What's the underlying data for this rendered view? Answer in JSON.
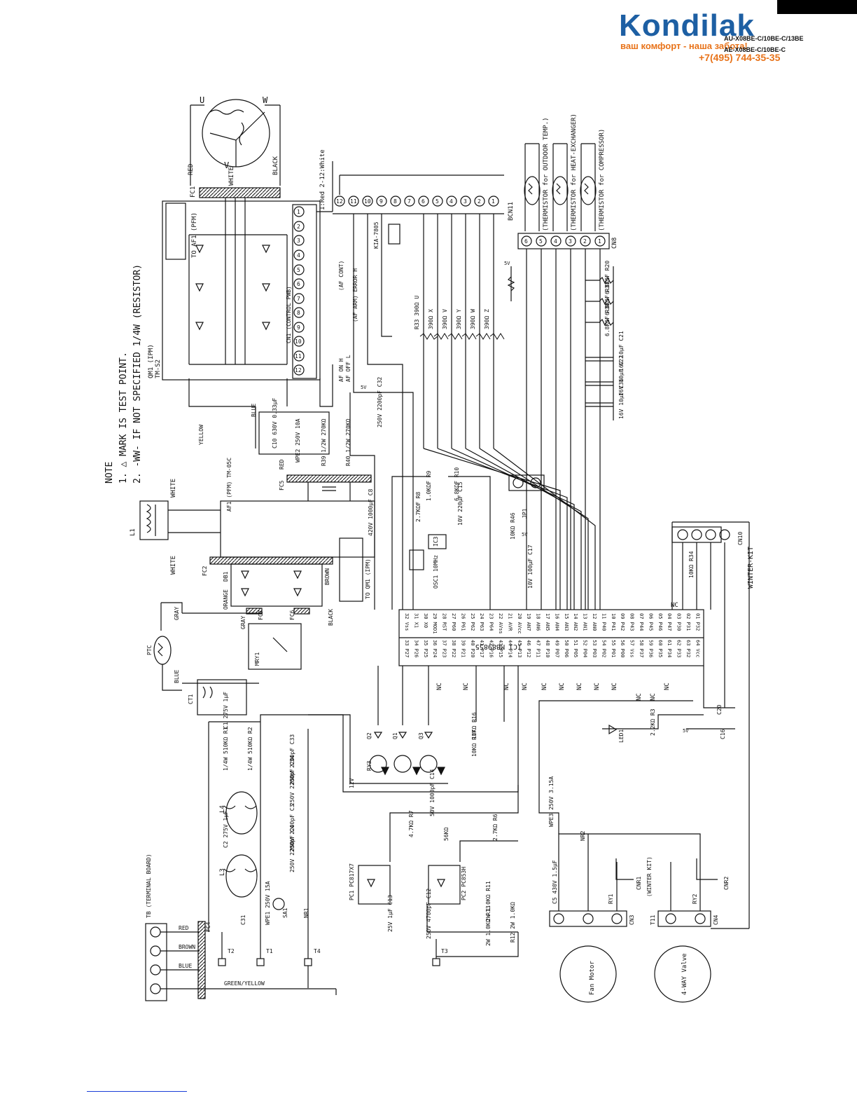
{
  "header": {
    "brand": "Kondilak",
    "slogan": "ваш комфорт - наша забота!",
    "phone": "+7(495) 744-35-35",
    "model_1": "AU-X08BE-C/10BE-C/13BE",
    "model_2": "AE-X08BE-C/10BE-C"
  },
  "notes": {
    "title": "NOTE",
    "line1": "1.  △ MARK IS TEST POINT.",
    "line2": "2.  -WW- IF NOT SPECIFIED 1/4W  (RESISTOR)"
  },
  "motor": {
    "u": "U",
    "v": "V",
    "w": "W",
    "red": "RED",
    "white": "WHITE",
    "black": "BLACK",
    "fc1": "FC1"
  },
  "ipm": {
    "title": "QM1 (IPM)",
    "part": "TM-S2",
    "to_af1": "TO AF1 (PFM)",
    "cn1": "CN1 (CONTROL PWB)",
    "pins": [
      "1",
      "2",
      "3",
      "4",
      "5",
      "6",
      "7",
      "8",
      "9",
      "10",
      "11",
      "12"
    ]
  },
  "connector": {
    "label": "1:Red 2-12:White",
    "bcn": "BCN11",
    "pins": [
      "12",
      "11",
      "10",
      "9",
      "8",
      "7",
      "6",
      "5",
      "4",
      "3",
      "2",
      "1"
    ]
  },
  "thermistors": {
    "th3": "(THERMISTOR for OUTDOOR TEMP.)",
    "th2": "(THERMISTOR for HEAT-EXCHANGER)",
    "th1": "(THERMISTOR for COMPRESSOR)",
    "cn8": "CN8",
    "pins": [
      "6",
      "5",
      "4",
      "3",
      "2",
      "1"
    ]
  },
  "mid_labels": {
    "af_cont": "(AF CONT)",
    "af_arm": "(AF ARM) ERROR H",
    "kia": "KIA-7805",
    "r33": "R33 390Ω U",
    "r34": "390Ω X",
    "r_v": "390Ω V",
    "r_y": "390Ω Y",
    "r_w": "390Ω W",
    "r_z": "390Ω Z",
    "r20": "6.8KΩF R20",
    "r31": "6.8KΩF R31",
    "r38": "6.8KΩF R38",
    "c21": "16V 10μF C21",
    "c22": "16V 10μF C22",
    "c36": "16V 10μF C36",
    "af_on": "AF ON H",
    "af_off": "AF OFF L"
  },
  "ic1": {
    "label": "IC1 MB89855",
    "left_pins": [
      "32",
      "31",
      "30",
      "29",
      "28",
      "27",
      "26",
      "25",
      "24",
      "23",
      "22",
      "21",
      "20",
      "19",
      "18",
      "17",
      "16",
      "15",
      "14",
      "13",
      "12",
      "11",
      "10",
      "09",
      "08",
      "07",
      "06",
      "05",
      "04",
      "03",
      "02",
      "01"
    ],
    "right_pins": [
      "33",
      "34",
      "35",
      "36",
      "37",
      "38",
      "39",
      "40",
      "41",
      "42",
      "43",
      "44",
      "45",
      "46",
      "47",
      "48",
      "49",
      "50",
      "51",
      "52",
      "53",
      "54",
      "55",
      "56",
      "57",
      "58",
      "59",
      "60",
      "61",
      "62",
      "63",
      "64"
    ],
    "left_names": [
      "Vss",
      "X1",
      "X0",
      "MOD1",
      "RST",
      "P60",
      "P61",
      "P62",
      "P63",
      "P64",
      "AVss",
      "AVR",
      "AVcc",
      "AN7",
      "AN6",
      "AN5",
      "AN4",
      "AN3",
      "AN2",
      "AN1",
      "AN0",
      "P40",
      "P41",
      "P42",
      "P43",
      "P44",
      "P45",
      "P46",
      "P47",
      "P30",
      "P31",
      "P32"
    ],
    "right_names": [
      "P27",
      "P26",
      "P25",
      "P24",
      "P23",
      "P22",
      "P21",
      "P20",
      "P17",
      "P16",
      "P15",
      "P14",
      "P13",
      "P12",
      "P11",
      "P10",
      "P07",
      "P06",
      "P05",
      "P04",
      "P03",
      "P02",
      "P01",
      "P00",
      "Vss",
      "P37",
      "P36",
      "P35",
      "P34",
      "P33",
      "P32",
      "Vcc"
    ]
  },
  "left_side": {
    "l1": "L1",
    "white_a": "WHITE",
    "white_b": "WHITE",
    "af1": "AF1 (PFM) TM-05C",
    "to_qm1": "TO QM1 (IPM)",
    "fc2": "FC2",
    "db1": "DB1",
    "orange": "ORANGE",
    "brown": "BROWN",
    "black": "BLACK",
    "gray": "GRAY",
    "ptc": "PTC",
    "blue": "BLUE",
    "mry1": "MRY1",
    "ct1": "CT1",
    "fc5": "FC5",
    "fc6": "FC6",
    "fc7": "FC7",
    "yellow": "YELLOW",
    "blue2": "BLUE",
    "red2": "RED",
    "c10": "C10 630V 0.33μF",
    "wpe2": "WPE2 250V 10A",
    "r39": "R39 1/2W 270KΩ",
    "r40": "R40 1/2W 270KΩ",
    "c32": "250V 2200pF C32",
    "c8": "420V 1000μF C8"
  },
  "power": {
    "tb": "TB (TERMINAL BOARD)",
    "red": "RED",
    "brown": "BROWN",
    "blue": "BLUE",
    "green_yellow": "GREEN/YELLOW",
    "fc4": "FC4",
    "l3": "L3",
    "l4": "L4",
    "c1": "C1 275V 1μF",
    "c2": "C2 275V 1μF",
    "c3": "250V 2200pF C3",
    "c4": "250V 2200pF C4",
    "c33": "250V 2200pF C33",
    "c34": "250V 2200pF C34",
    "wpe1": "WPE1 250V 15A",
    "sa1": "SA1",
    "nr1": "NR1",
    "c31": "C31",
    "r1": "1/4W 510KΩ R1",
    "r2": "1/4W 510KΩ R2",
    "c12": "250V 4700pF C12",
    "c13": "25V 1μF C13",
    "pc1": "PC1 PC817X7",
    "pc2": "PC2 PC853H",
    "r7": "4.7KΩ R7",
    "c14": "50V 1000pF C14",
    "r6": "2.7KΩ R6",
    "r5": "56KΩ",
    "r11": "2W 1.0KΩ R11",
    "r12": "R12 2W 1.0KΩ",
    "r13": "2W 1.0KΩ R13",
    "t1": "T1",
    "t2": "T2",
    "t3": "T3",
    "t4": "T4",
    "wpe3": "WPE3 250V 3.15A",
    "nr2": "NR2",
    "c5": "C5 430V 1.5μF",
    "fan_motor": "Fan Motor",
    "four_way": "4-WAY Valve",
    "cn3": "CN3",
    "cn4": "CN4",
    "winter_kit": "(WINTER KIT)",
    "ry1": "RY1",
    "ry2": "RY2",
    "cnr1": "CNR1",
    "cnr2": "CNR2",
    "t11": "T11"
  },
  "right_side": {
    "cn10": "CN10",
    "winter": "WINTER-KIT",
    "jp1": "JP1",
    "ic3": "IC3",
    "osc1": "OSC1 10MHz",
    "led1": "LED1",
    "r3": "2.2KΩ R3",
    "c16": "C16",
    "c20": "C20",
    "r16": "10KΩ R16",
    "r17": "10KΩ R17",
    "r9": "1.0KΩF R9",
    "r10": "6.8KΩF R10",
    "r8": "2.7KΩF R8",
    "c15": "10V 220μF C15",
    "c17": "10V 100μF C17",
    "r46": "10KΩ R46",
    "r34": "10KΩ R34",
    "nc": "NC",
    "q1": "Q1",
    "q2": "Q2",
    "q3": "Q3",
    "ry3": "RY3",
    "v12": "12V",
    "v5": "5V"
  }
}
